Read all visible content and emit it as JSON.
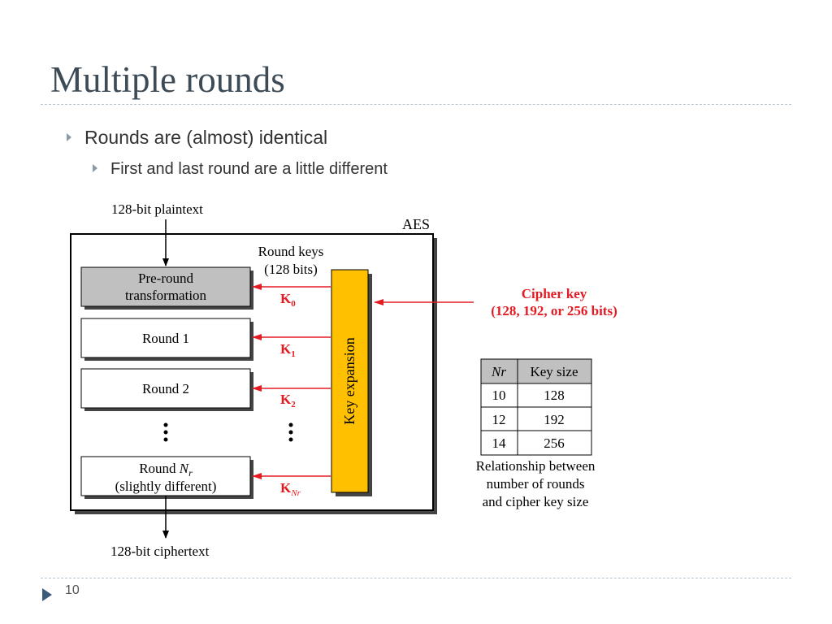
{
  "slide": {
    "title": "Multiple rounds",
    "bullets": [
      {
        "text": "Rounds are (almost) identical",
        "level": 1
      },
      {
        "text": "First and last round are a little different",
        "level": 2
      }
    ],
    "page_number": "10"
  },
  "diagram": {
    "plaintext": "128-bit plaintext",
    "ciphertext": "128-bit ciphertext",
    "aes": "AES",
    "round_keys": [
      "Round keys",
      "(128 bits)"
    ],
    "pre_round": [
      "Pre-round",
      "transformation"
    ],
    "round1": "Round 1",
    "round2": "Round 2",
    "round_last": {
      "prefix": "Round ",
      "var": "N",
      "sub": "r"
    },
    "round_last_sub": "(slightly different)",
    "key_expansion": "Key expansion",
    "k0": {
      "base": "K",
      "sub": "0"
    },
    "k1": {
      "base": "K",
      "sub": "1"
    },
    "k2": {
      "base": "K",
      "sub": "2"
    },
    "knr": {
      "base": "K",
      "sub": "Nr"
    },
    "cipher_key": [
      "Cipher key",
      "(128, 192, or 256 bits)"
    ],
    "table": {
      "headers": [
        "Nr",
        "Key size"
      ],
      "rows": [
        [
          "10",
          "128"
        ],
        [
          "12",
          "192"
        ],
        [
          "14",
          "256"
        ]
      ]
    },
    "caption": [
      "Relationship between",
      "number of rounds",
      "and cipher key size"
    ],
    "colors": {
      "red": "#e31b23",
      "key_expansion": "#ffc000",
      "pre_round": "#c0c0c0"
    }
  }
}
